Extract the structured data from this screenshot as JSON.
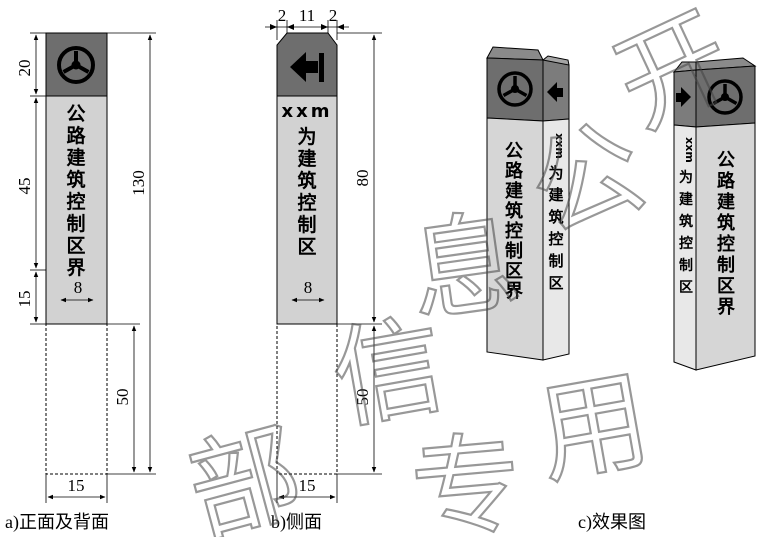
{
  "panels": {
    "front": {
      "sign_text": [
        "公",
        "路",
        "建",
        "筑",
        "控",
        "制",
        "区",
        "界"
      ],
      "dimensions": {
        "top_band": "20",
        "text_zone": "45",
        "bottom_zone": "15",
        "total_height": "130",
        "buried": "50",
        "width": "15",
        "char_width": "8"
      },
      "caption": "a)正面及背面",
      "colors": {
        "top_band": "#6e6e6e",
        "body": "#d2d2d2"
      },
      "icon": "steering-wheel-icon"
    },
    "side": {
      "header_text": "xxm",
      "sign_text": [
        "为",
        "建",
        "筑",
        "控",
        "制",
        "区"
      ],
      "dimensions": {
        "bevel_left": "2",
        "bevel_mid": "11",
        "bevel_right": "2",
        "height": "80",
        "buried": "50",
        "width": "15",
        "char_width": "8"
      },
      "caption": "b)侧面",
      "icon": "left-arrow-icon"
    },
    "effect": {
      "front_text": [
        "公",
        "路",
        "建",
        "筑",
        "控",
        "制",
        "区",
        "界"
      ],
      "side_text": [
        "为",
        "建",
        "筑",
        "控",
        "制",
        "区"
      ],
      "side_header": "xxm",
      "caption": "c)效果图"
    }
  },
  "watermark": "部信息公开专用"
}
